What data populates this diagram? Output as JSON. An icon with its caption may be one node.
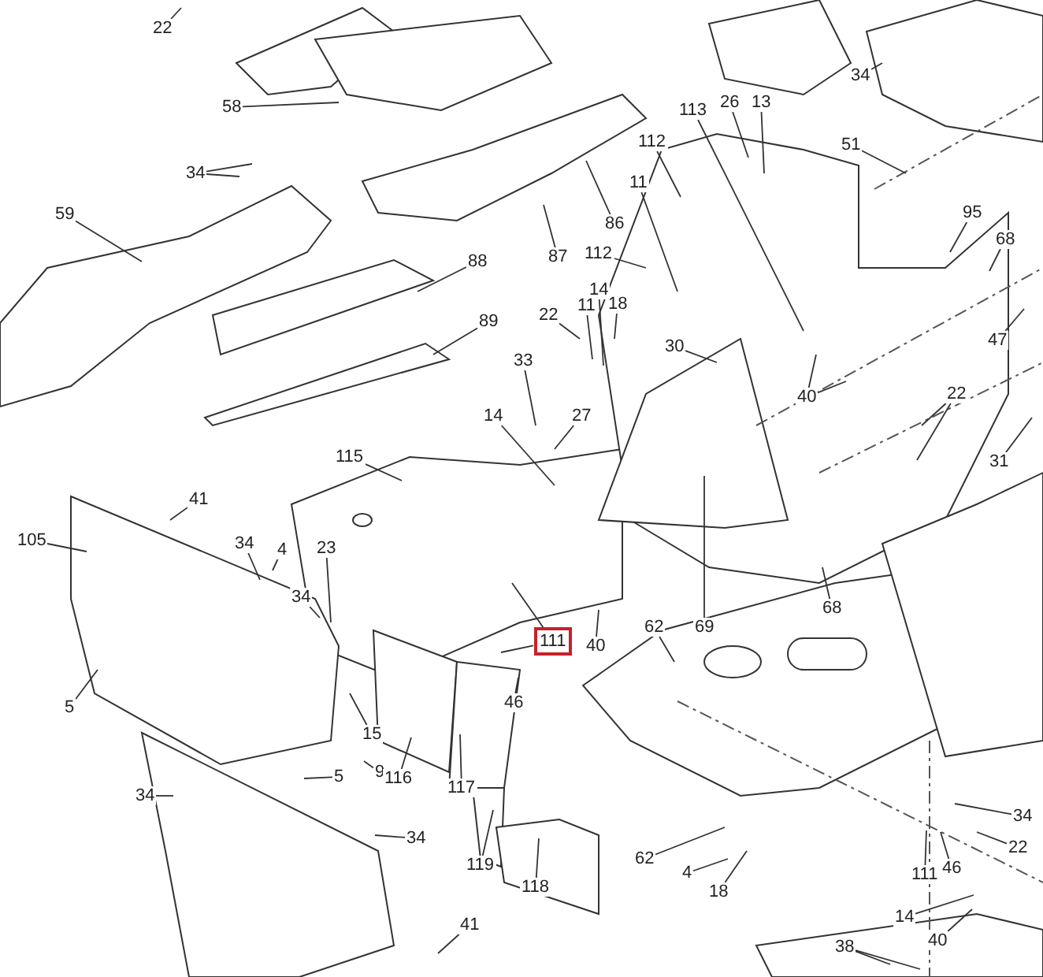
{
  "diagram": {
    "nodes": [
      {
        "text": [
          "22"
        ]
      },
      {
        "text": [
          "58"
        ]
      },
      {
        "text": [
          "34"
        ]
      },
      {
        "text": [
          "113"
        ]
      },
      {
        "text": [
          "26"
        ]
      },
      {
        "text": [
          "13"
        ]
      },
      {
        "text": [
          "51"
        ]
      },
      {
        "text": [
          "34"
        ]
      },
      {
        "text": [
          "112"
        ]
      },
      {
        "text": [
          "86"
        ]
      },
      {
        "text": [
          "59"
        ]
      },
      {
        "text": [
          "11"
        ]
      },
      {
        "text": [
          "112"
        ]
      },
      {
        "text": [
          "87"
        ]
      },
      {
        "text": [
          "95"
        ]
      },
      {
        "text": [
          "68"
        ]
      },
      {
        "text": [
          "18"
        ]
      },
      {
        "text": [
          "14"
        ]
      },
      {
        "text": [
          "11"
        ]
      },
      {
        "text": [
          "88"
        ]
      },
      {
        "text": [
          "22"
        ]
      },
      {
        "text": [
          "89"
        ]
      },
      {
        "text": [
          "30"
        ]
      },
      {
        "text": [
          "47"
        ]
      },
      {
        "text": [
          "33"
        ]
      },
      {
        "text": [
          "40"
        ]
      },
      {
        "text": [
          "22"
        ]
      },
      {
        "text": [
          "27"
        ]
      },
      {
        "text": [
          "14"
        ]
      },
      {
        "text": [
          "115"
        ]
      },
      {
        "text": [
          "31"
        ]
      },
      {
        "text": [
          "41"
        ]
      },
      {
        "text": [
          "105"
        ]
      },
      {
        "text": [
          "34"
        ]
      },
      {
        "text": [
          "4"
        ]
      },
      {
        "text": [
          "23"
        ]
      },
      {
        "text": [
          "34"
        ]
      },
      {
        "text": [
          "111"
        ]
      },
      {
        "text": [
          "40"
        ]
      },
      {
        "text": [
          "62"
        ]
      },
      {
        "text": [
          "69"
        ]
      },
      {
        "text": [
          "68"
        ]
      },
      {
        "text": [
          "5"
        ]
      },
      {
        "text": [
          "46"
        ]
      },
      {
        "text": [
          "15"
        ]
      },
      {
        "text": [
          "9"
        ]
      },
      {
        "text": [
          "116"
        ]
      },
      {
        "text": [
          "117"
        ]
      },
      {
        "text": [
          "5"
        ]
      },
      {
        "text": [
          "34"
        ]
      },
      {
        "text": [
          "34"
        ]
      },
      {
        "text": [
          "62"
        ]
      },
      {
        "text": [
          "4"
        ]
      },
      {
        "text": [
          "119"
        ]
      },
      {
        "text": [
          "118"
        ]
      },
      {
        "text": [
          "111"
        ]
      },
      {
        "text": [
          "46"
        ]
      },
      {
        "text": [
          "34"
        ]
      },
      {
        "text": [
          "22"
        ]
      },
      {
        "text": [
          "18"
        ]
      },
      {
        "text": [
          "14"
        ]
      },
      {
        "text": [
          "40"
        ]
      },
      {
        "text": [
          "38"
        ]
      },
      {
        "text": [
          "41"
        ]
      }
    ],
    "edges": [
      {
        "from": 0,
        "to": null,
        "arrow": "none"
      },
      {
        "from": 1,
        "to": null,
        "arrow": "none"
      },
      {
        "from": 2,
        "to": null,
        "arrow": "none"
      },
      {
        "from": 3,
        "to": null,
        "arrow": "none"
      },
      {
        "from": 4,
        "to": null,
        "arrow": "none"
      },
      {
        "from": 5,
        "to": null,
        "arrow": "none"
      },
      {
        "from": 6,
        "to": null,
        "arrow": "none"
      },
      {
        "from": 7,
        "to": null,
        "arrow": "none"
      },
      {
        "from": 7,
        "to": null,
        "arrow": "none"
      },
      {
        "from": 8,
        "to": null,
        "arrow": "none"
      },
      {
        "from": 9,
        "to": null,
        "arrow": "none"
      },
      {
        "from": 10,
        "to": null,
        "arrow": "none"
      },
      {
        "from": 11,
        "to": null,
        "arrow": "none"
      },
      {
        "from": 12,
        "to": null,
        "arrow": "none"
      },
      {
        "from": 13,
        "to": null,
        "arrow": "none"
      },
      {
        "from": 14,
        "to": null,
        "arrow": "none"
      },
      {
        "from": 15,
        "to": null,
        "arrow": "none"
      },
      {
        "from": 16,
        "to": null,
        "arrow": "none"
      },
      {
        "from": 17,
        "to": null,
        "arrow": "none"
      },
      {
        "from": 18,
        "to": null,
        "arrow": "none"
      },
      {
        "from": 19,
        "to": null,
        "arrow": "none"
      },
      {
        "from": 20,
        "to": null,
        "arrow": "none"
      },
      {
        "from": 21,
        "to": null,
        "arrow": "none"
      },
      {
        "from": 22,
        "to": null,
        "arrow": "none"
      },
      {
        "from": 23,
        "to": null,
        "arrow": "none"
      },
      {
        "from": 24,
        "to": null,
        "arrow": "none"
      },
      {
        "from": 25,
        "to": null,
        "arrow": "none"
      },
      {
        "from": 25,
        "to": null,
        "arrow": "none"
      },
      {
        "from": 26,
        "to": null,
        "arrow": "none"
      },
      {
        "from": 26,
        "to": null,
        "arrow": "none"
      },
      {
        "from": 27,
        "to": null,
        "arrow": "none"
      },
      {
        "from": 28,
        "to": null,
        "arrow": "none"
      },
      {
        "from": 29,
        "to": null,
        "arrow": "none"
      },
      {
        "from": 30,
        "to": null,
        "arrow": "none"
      },
      {
        "from": 31,
        "to": null,
        "arrow": "none"
      },
      {
        "from": 32,
        "to": null,
        "arrow": "none"
      },
      {
        "from": 33,
        "to": null,
        "arrow": "none"
      },
      {
        "from": 34,
        "to": null,
        "arrow": "none"
      },
      {
        "from": 35,
        "to": null,
        "arrow": "none"
      },
      {
        "from": 36,
        "to": null,
        "arrow": "none"
      },
      {
        "from": 37,
        "to": null,
        "arrow": "none"
      },
      {
        "from": 37,
        "to": null,
        "arrow": "none"
      },
      {
        "from": 38,
        "to": null,
        "arrow": "none"
      },
      {
        "from": 39,
        "to": null,
        "arrow": "none"
      },
      {
        "from": 40,
        "to": null,
        "arrow": "none"
      },
      {
        "from": 41,
        "to": null,
        "arrow": "none"
      },
      {
        "from": 42,
        "to": null,
        "arrow": "none"
      },
      {
        "from": 43,
        "to": null,
        "arrow": "none"
      },
      {
        "from": 44,
        "to": null,
        "arrow": "none"
      },
      {
        "from": 45,
        "to": null,
        "arrow": "none"
      },
      {
        "from": 46,
        "to": null,
        "arrow": "none"
      },
      {
        "from": 47,
        "to": null,
        "arrow": "none"
      },
      {
        "from": 48,
        "to": null,
        "arrow": "none"
      },
      {
        "from": 49,
        "to": null,
        "arrow": "none"
      },
      {
        "from": 50,
        "to": null,
        "arrow": "none"
      },
      {
        "from": 51,
        "to": null,
        "arrow": "none"
      },
      {
        "from": 52,
        "to": null,
        "arrow": "none"
      },
      {
        "from": 53,
        "to": null,
        "arrow": "none"
      },
      {
        "from": 54,
        "to": null,
        "arrow": "none"
      },
      {
        "from": 55,
        "to": null,
        "arrow": "none"
      },
      {
        "from": 56,
        "to": null,
        "arrow": "none"
      },
      {
        "from": 57,
        "to": null,
        "arrow": "none"
      },
      {
        "from": 58,
        "to": null,
        "arrow": "none"
      },
      {
        "from": 59,
        "to": null,
        "arrow": "none"
      },
      {
        "from": 60,
        "to": null,
        "arrow": "none"
      },
      {
        "from": 61,
        "to": null,
        "arrow": "none"
      },
      {
        "from": 62,
        "to": null,
        "arrow": "none"
      },
      {
        "from": 62,
        "to": null,
        "arrow": "none"
      },
      {
        "from": 63,
        "to": null,
        "arrow": "none"
      }
    ]
  }
}
